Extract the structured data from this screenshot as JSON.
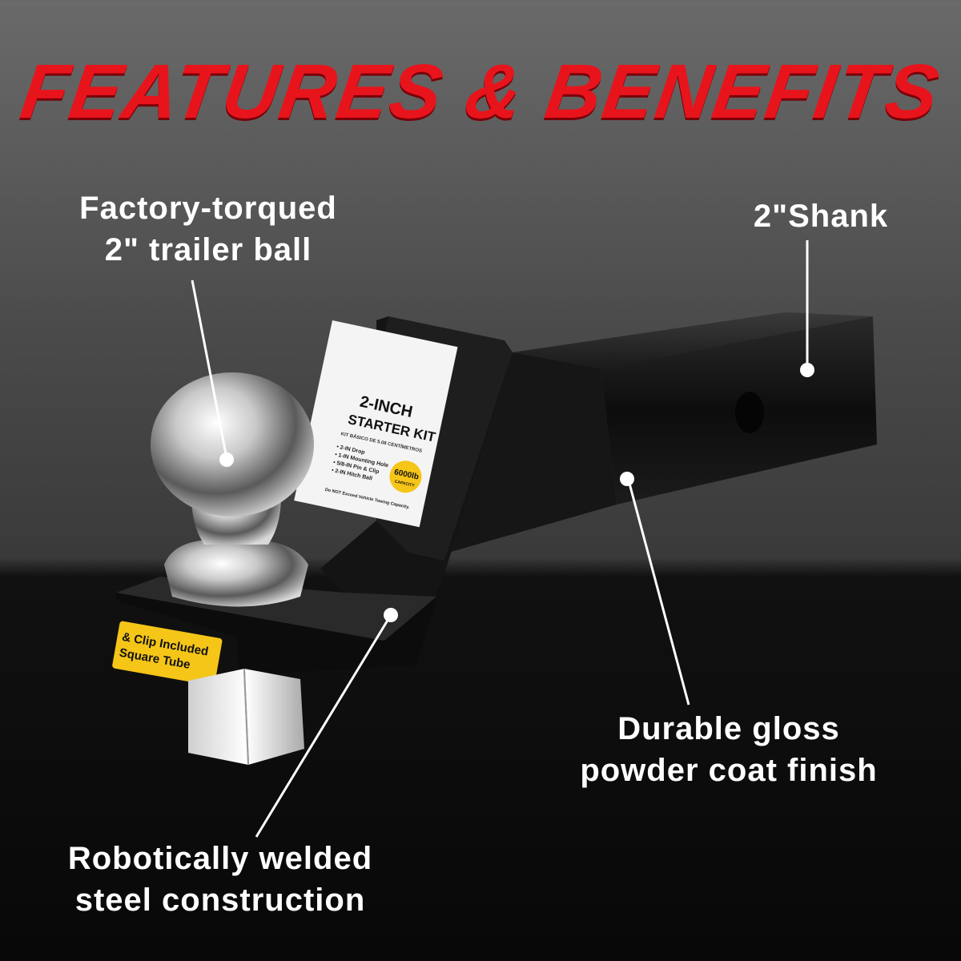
{
  "headline": "FEATURES & BENEFITS",
  "callouts": {
    "ball": {
      "line1": "Factory-torqued",
      "line2": "2\" trailer ball"
    },
    "shank": {
      "line1": "2\"Shank"
    },
    "finish": {
      "line1": "Durable gloss",
      "line2": "powder coat finish"
    },
    "weld": {
      "line1": "Robotically welded",
      "line2": "steel construction"
    }
  },
  "product_label": {
    "title1": "2-INCH",
    "title2": "STARTER KIT",
    "subtitle": "KIT BÁSICO DE 5.08 CENTÍMETROS",
    "bullets": [
      "• 2-IN Drop",
      "• 1-IN Mounting Hole",
      "• 5/8-IN Pin & Clip",
      "• 2-IN Hitch Ball"
    ],
    "capacity_value": "6000lb",
    "capacity_label": "CAPACITY",
    "warning": "Do NOT Exceed Vehicle Towing Capacity."
  },
  "side_sticker": {
    "line1": "& Clip Included",
    "line2": "Square Tube"
  },
  "colors": {
    "headline": "#e8141c",
    "sticker": "#f5c518",
    "metal": "#111111"
  }
}
